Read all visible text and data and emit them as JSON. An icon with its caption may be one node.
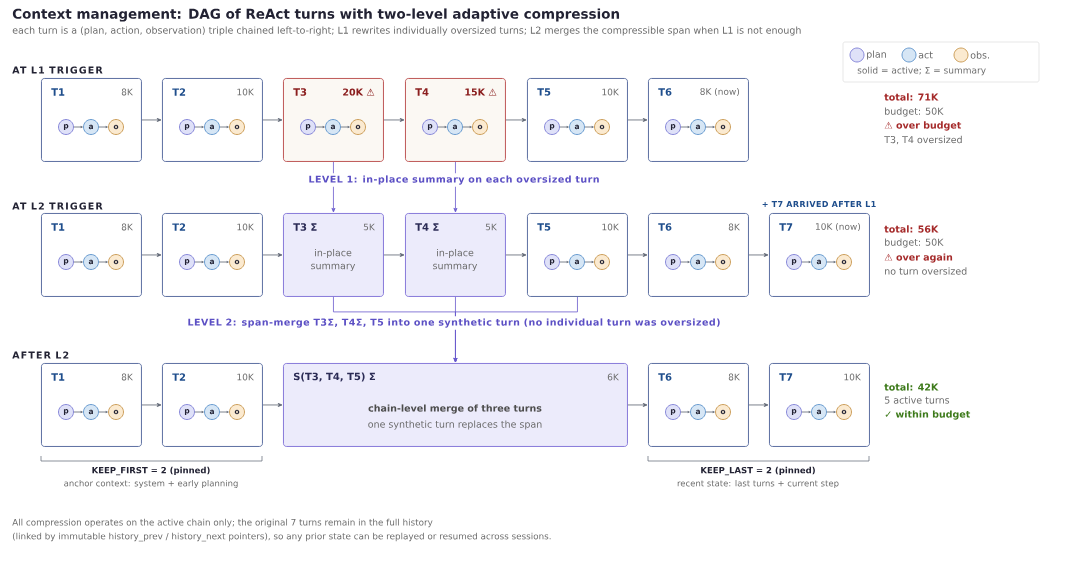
{
  "diagram": {
    "title": "Context management: DAG of ReAct turns with two-level adaptive compression",
    "caption": "each turn is a (plan, action, observation) triple chained left-to-right; L1 rewrites individually oversized turns; L2 merges the compressible span when L1 is not enough",
    "nodes": [
      {
        "text": [
          "T1",
          "8K"
        ]
      },
      {
        "text": [
          "p"
        ],
        "in": 0
      },
      {
        "text": [
          "a"
        ],
        "in": 0
      },
      {
        "text": [
          "o"
        ],
        "in": 0
      },
      {
        "text": [
          "T2",
          "10K"
        ]
      },
      {
        "text": [
          "p"
        ],
        "in": 4
      },
      {
        "text": [
          "a"
        ],
        "in": 4
      },
      {
        "text": [
          "o"
        ],
        "in": 4
      },
      {
        "text": [
          "T3",
          "20K ⚠"
        ]
      },
      {
        "text": [
          "p"
        ],
        "in": 8
      },
      {
        "text": [
          "a"
        ],
        "in": 8
      },
      {
        "text": [
          "o"
        ],
        "in": 8
      },
      {
        "text": [
          "T4",
          "15K ⚠"
        ]
      },
      {
        "text": [
          "p"
        ],
        "in": 12
      },
      {
        "text": [
          "a"
        ],
        "in": 12
      },
      {
        "text": [
          "o"
        ],
        "in": 12
      },
      {
        "text": [
          "T5",
          "10K"
        ]
      },
      {
        "text": [
          "p"
        ],
        "in": 16
      },
      {
        "text": [
          "a"
        ],
        "in": 16
      },
      {
        "text": [
          "o"
        ],
        "in": 16
      },
      {
        "text": [
          "T6",
          "8K (now)"
        ]
      },
      {
        "text": [
          "p"
        ],
        "in": 20
      },
      {
        "text": [
          "a"
        ],
        "in": 20
      },
      {
        "text": [
          "o"
        ],
        "in": 20
      },
      {
        "text": [
          "T1",
          "8K"
        ]
      },
      {
        "text": [
          "p"
        ],
        "in": 24
      },
      {
        "text": [
          "a"
        ],
        "in": 24
      },
      {
        "text": [
          "o"
        ],
        "in": 24
      },
      {
        "text": [
          "T2",
          "10K"
        ]
      },
      {
        "text": [
          "p"
        ],
        "in": 28
      },
      {
        "text": [
          "a"
        ],
        "in": 28
      },
      {
        "text": [
          "o"
        ],
        "in": 28
      },
      {
        "text": [
          "T3 Σ",
          "5K",
          "in-place summary"
        ]
      },
      {
        "text": [
          "T4 Σ",
          "5K",
          "in-place summary"
        ]
      },
      {
        "text": [
          "T5",
          "10K"
        ]
      },
      {
        "text": [
          "p"
        ],
        "in": 34
      },
      {
        "text": [
          "a"
        ],
        "in": 34
      },
      {
        "text": [
          "o"
        ],
        "in": 34
      },
      {
        "text": [
          "T6",
          "8K"
        ]
      },
      {
        "text": [
          "p"
        ],
        "in": 38
      },
      {
        "text": [
          "a"
        ],
        "in": 38
      },
      {
        "text": [
          "o"
        ],
        "in": 38
      },
      {
        "text": [
          "T7",
          "10K (now)"
        ]
      },
      {
        "text": [
          "p"
        ],
        "in": 42
      },
      {
        "text": [
          "a"
        ],
        "in": 42
      },
      {
        "text": [
          "o"
        ],
        "in": 42
      },
      {
        "text": [
          "T1",
          "8K"
        ]
      },
      {
        "text": [
          "p"
        ],
        "in": 46
      },
      {
        "text": [
          "a"
        ],
        "in": 46
      },
      {
        "text": [
          "o"
        ],
        "in": 46
      },
      {
        "text": [
          "T2",
          "10K"
        ]
      },
      {
        "text": [
          "p"
        ],
        "in": 50
      },
      {
        "text": [
          "a"
        ],
        "in": 50
      },
      {
        "text": [
          "o"
        ],
        "in": 50
      },
      {
        "text": [
          "S(T3, T4, T5) Σ",
          "6K",
          "chain-level merge of three turns",
          "one synthetic turn replaces the span"
        ]
      },
      {
        "text": [
          "T6",
          "8K"
        ]
      },
      {
        "text": [
          "p"
        ],
        "in": 55
      },
      {
        "text": [
          "a"
        ],
        "in": 55
      },
      {
        "text": [
          "o"
        ],
        "in": 55
      },
      {
        "text": [
          "T7",
          "10K"
        ]
      },
      {
        "text": [
          "p"
        ],
        "in": 59
      },
      {
        "text": [
          "a"
        ],
        "in": 59
      },
      {
        "text": [
          "o"
        ],
        "in": 59
      }
    ],
    "edges": [
      {
        "from": 1,
        "to": 2,
        "arrow": "to"
      },
      {
        "from": 2,
        "to": 3,
        "arrow": "to"
      },
      {
        "from": 5,
        "to": 6,
        "arrow": "to"
      },
      {
        "from": 6,
        "to": 7,
        "arrow": "to"
      },
      {
        "from": 9,
        "to": 10,
        "arrow": "to"
      },
      {
        "from": 10,
        "to": 11,
        "arrow": "to"
      },
      {
        "from": 13,
        "to": 14,
        "arrow": "to"
      },
      {
        "from": 14,
        "to": 15,
        "arrow": "to"
      },
      {
        "from": 17,
        "to": 18,
        "arrow": "to"
      },
      {
        "from": 18,
        "to": 19,
        "arrow": "to"
      },
      {
        "from": 21,
        "to": 22,
        "arrow": "to"
      },
      {
        "from": 22,
        "to": 23,
        "arrow": "to"
      },
      {
        "from": 25,
        "to": 26,
        "arrow": "to"
      },
      {
        "from": 26,
        "to": 27,
        "arrow": "to"
      },
      {
        "from": 29,
        "to": 30,
        "arrow": "to"
      },
      {
        "from": 30,
        "to": 31,
        "arrow": "to"
      },
      {
        "from": 35,
        "to": 36,
        "arrow": "to"
      },
      {
        "from": 36,
        "to": 37,
        "arrow": "to"
      },
      {
        "from": 39,
        "to": 40,
        "arrow": "to"
      },
      {
        "from": 40,
        "to": 41,
        "arrow": "to"
      },
      {
        "from": 43,
        "to": 44,
        "arrow": "to"
      },
      {
        "from": 44,
        "to": 45,
        "arrow": "to"
      },
      {
        "from": 47,
        "to": 48,
        "arrow": "to"
      },
      {
        "from": 48,
        "to": 49,
        "arrow": "to"
      },
      {
        "from": 51,
        "to": 52,
        "arrow": "to"
      },
      {
        "from": 52,
        "to": 53,
        "arrow": "to"
      },
      {
        "from": 56,
        "to": 57,
        "arrow": "to"
      },
      {
        "from": 57,
        "to": 58,
        "arrow": "to"
      },
      {
        "from": 60,
        "to": 61,
        "arrow": "to"
      },
      {
        "from": 61,
        "to": 62,
        "arrow": "to"
      },
      {
        "from": 0,
        "to": 4,
        "arrow": "to"
      },
      {
        "from": 4,
        "to": 8,
        "arrow": "to"
      },
      {
        "from": 8,
        "to": 12,
        "arrow": "to"
      },
      {
        "from": 12,
        "to": 16,
        "arrow": "to"
      },
      {
        "from": 16,
        "to": 20,
        "arrow": "to"
      },
      {
        "from": 8,
        "to": 32,
        "arrow": "to",
        "color": "#6a5acd"
      },
      {
        "from": 12,
        "to": 33,
        "arrow": "to",
        "color": "#6a5acd"
      },
      {
        "from": 24,
        "to": 28,
        "arrow": "to"
      },
      {
        "from": 28,
        "to": 32,
        "arrow": "to"
      },
      {
        "from": 32,
        "to": 33,
        "arrow": "to"
      },
      {
        "from": 33,
        "to": 34,
        "arrow": "to"
      },
      {
        "from": 34,
        "to": 38,
        "arrow": "to"
      },
      {
        "from": 38,
        "to": 42,
        "arrow": "to"
      },
      {
        "from": 32,
        "to": 54,
        "arrow": "to",
        "color": "#6a5acd"
      },
      {
        "from": 33,
        "to": 54,
        "arrow": "to",
        "color": "#6a5acd"
      },
      {
        "from": 34,
        "to": 54,
        "arrow": "to",
        "color": "#6a5acd"
      },
      {
        "from": 46,
        "to": 50,
        "arrow": "to"
      },
      {
        "from": 50,
        "to": 54,
        "arrow": "to"
      },
      {
        "from": 54,
        "to": 55,
        "arrow": "to"
      },
      {
        "from": 55,
        "to": 59,
        "arrow": "to"
      }
    ],
    "labels": [
      "AT L1 TRIGGER",
      "total: 71K",
      "budget: 50K",
      "⚠ over budget",
      "T3, T4 oversized",
      "LEVEL 1: in-place summary on each oversized turn",
      "AT L2 TRIGGER",
      "+ T7 ARRIVED AFTER L1",
      "total: 56K",
      "budget: 50K",
      "⚠ over again",
      "no turn oversized",
      "LEVEL 2: span-merge T3Σ, T4Σ, T5 into one synthetic turn (no individual turn was oversized)",
      "AFTER L2",
      "total: 42K",
      "5 active turns",
      "✓ within budget",
      "KEEP_FIRST = 2 (pinned)",
      "anchor context: system + early planning",
      "KEEP_LAST = 2 (pinned)",
      "recent state: last turns + current step",
      "All compression operates on the active chain only; the original 7 turns remain in the full history",
      "(linked by immutable history_prev / history_next pointers), so any prior state can be replayed or resumed across sessions.",
      "solid = active; Σ = summary"
    ],
    "legend": [
      {
        "text": "plan",
        "color": "#dfe1f8"
      },
      {
        "text": "act",
        "color": "#d6e6f5"
      },
      {
        "text": "obs.",
        "color": "#fbead0"
      }
    ]
  }
}
